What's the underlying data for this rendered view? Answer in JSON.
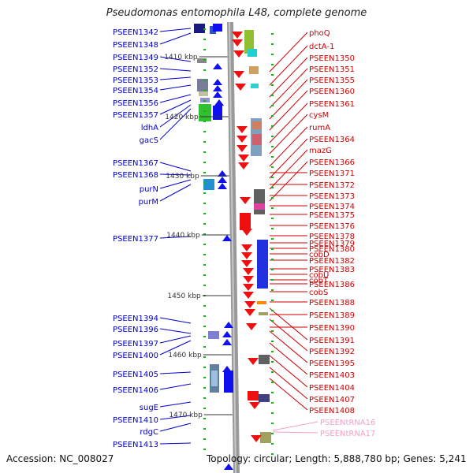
{
  "title": "Pseudomonas entomophila L48, complete genome",
  "accession": "Accession: NC_008027",
  "topology": "Topology: circular; Length: 5,888,780 bp; Genes: 5,241",
  "colors": {
    "left_label": "#0000cc",
    "right_label": "#cc0000",
    "rna_label": "#f4a0c8",
    "left_arrow": "#1010ee",
    "right_arrow": "#ee1010",
    "axis": "#999999",
    "tick": "#22aa22"
  },
  "scale_ticks": [
    "1410 kbp",
    "1420 kbp",
    "1430 kbp",
    "1440 kbp",
    "1450 kbp",
    "1460 kbp",
    "1470 kbp"
  ],
  "left_genes": [
    "PSEEN1342",
    "PSEEN1348",
    "PSEEN1349",
    "PSEEN1352",
    "PSEEN1353",
    "PSEEN1354",
    "PSEEN1356",
    "PSEEN1357",
    "ldhA",
    "gacS",
    "PSEEN1367",
    "PSEEN1368",
    "purN",
    "purM",
    "PSEEN1377",
    "PSEEN1394",
    "PSEEN1396",
    "PSEEN1397",
    "PSEEN1400",
    "PSEEN1405",
    "PSEEN1406",
    "sugE",
    "PSEEN1410",
    "rdgC",
    "PSEEN1413"
  ],
  "right_genes": [
    "phoQ",
    "dctA-1",
    "PSEEN1350",
    "PSEEN1351",
    "PSEEN1355",
    "PSEEN1360",
    "PSEEN1361",
    "cysM",
    "rumA",
    "PSEEN1364",
    "mazG",
    "PSEEN1366",
    "PSEEN1371",
    "PSEEN1372",
    "PSEEN1373",
    "PSEEN1374",
    "PSEEN1375",
    "PSEEN1376",
    "PSEEN1378",
    "PSEEN1379",
    "PSEEN1380",
    "cobD",
    "PSEEN1382",
    "PSEEN1383",
    "cobU",
    "cobT",
    "PSEEN1386",
    "cobS",
    "PSEEN1388",
    "PSEEN1389",
    "PSEEN1390",
    "PSEEN1391",
    "PSEEN1392",
    "PSEEN1395",
    "PSEEN1403",
    "PSEEN1404",
    "PSEEN1407",
    "PSEEN1408"
  ],
  "rna_genes": [
    "PSEENtRNA16",
    "PSEENtRNA17"
  ]
}
